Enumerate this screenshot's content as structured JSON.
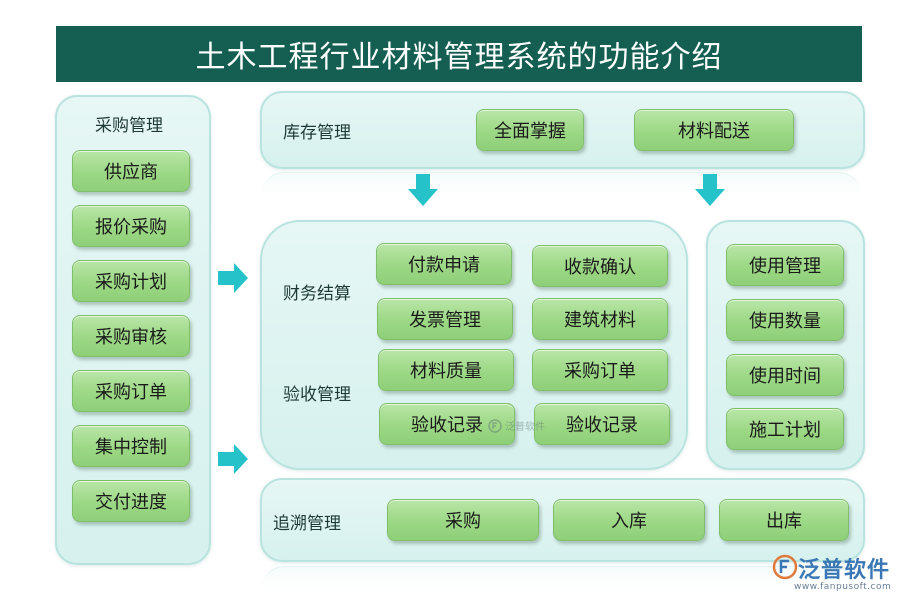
{
  "title": "土木工程行业材料管理系统的功能介绍",
  "procurement": {
    "label": "采购管理",
    "items": [
      "供应商",
      "报价采购",
      "采购计划",
      "采购审核",
      "采购订单",
      "集中控制",
      "交付进度"
    ]
  },
  "inventory": {
    "label": "库存管理",
    "items": [
      "全面掌握",
      "材料配送"
    ]
  },
  "finance": {
    "label": "财务结算",
    "items": [
      "付款申请",
      "收款确认",
      "发票管理",
      "建筑材料"
    ]
  },
  "acceptance": {
    "label": "验收管理",
    "items": [
      "材料质量",
      "采购订单",
      "验收记录",
      "验收记录"
    ]
  },
  "usage": {
    "items": [
      "使用管理",
      "使用数量",
      "使用时间",
      "施工计划"
    ]
  },
  "trace": {
    "label": "追溯管理",
    "items": [
      "采购",
      "入库",
      "出库"
    ]
  },
  "watermark": "泛普软件",
  "logo": {
    "name": "泛普软件",
    "url": "www.fanpusoft.com"
  },
  "colors": {
    "title_bg": "#155e52",
    "panel_bg": "#dff4f1",
    "pill_green": "#9cd885",
    "arrow_teal": "#25c3c9"
  }
}
